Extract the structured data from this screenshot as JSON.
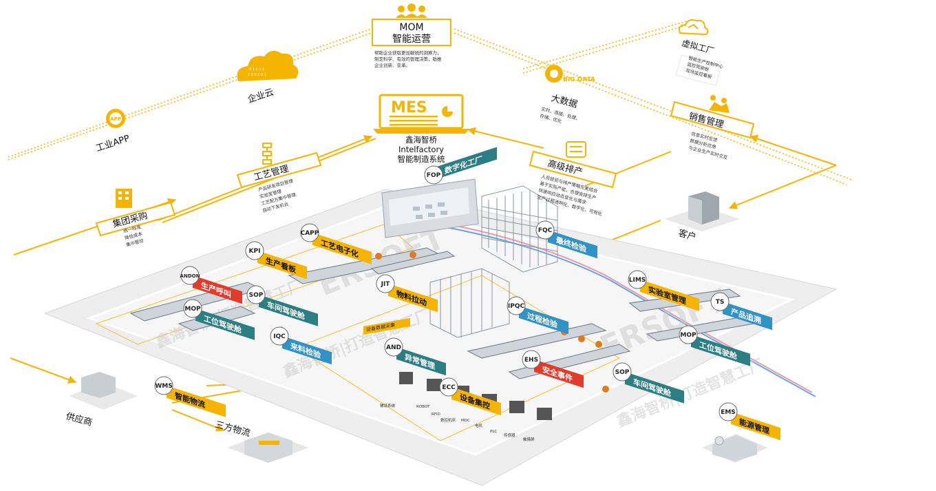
{
  "colors": {
    "yellow": "#f5b400",
    "red": "#e03b2b",
    "teal": "#2b7f84",
    "blue": "#2f93c8",
    "floor": "#eeeeee",
    "pink_line": "#e89ab0",
    "blue_line": "#6aa6d8",
    "watermark": "#c9c9c9"
  },
  "top": {
    "mom_title": "MOM",
    "mom_subtitle": "智能运营",
    "mom_desc": [
      "帮助企业获取更加敏锐的洞察力，",
      "制定科学、有效的管理决策，助推",
      "企业创新、变革。"
    ],
    "mes_title": "MES",
    "mes_lines": [
      "鑫海智桥",
      "Intelfactory",
      "智能制造系统"
    ],
    "cloud_label": "企业云",
    "app_label": "工业APP",
    "app_icon_text": "APP",
    "bigdata_icon_text": "BIG DATA",
    "bigdata_label": "大数据",
    "bigdata_desc": [
      "实时、连接、处理、",
      "存储、优化"
    ],
    "virtual_label": "虚拟工厂",
    "virtual_items": [
      "智能生产控制中心",
      "监控驾驶舱",
      "现场监控看板"
    ],
    "sales_label": "销售管理",
    "sales_items": [
      "信息实时反馈",
      "数据分析应用",
      "与企业生产实时交互"
    ],
    "aps_label": "高级排产",
    "aps_items": [
      "人员经验与排产策略完美结合",
      "基于实际产能，合理安排生产",
      "快速响应动态变化与需求",
      "生产过程透明化、数字化、可视化"
    ],
    "craft_label": "工艺管理",
    "craft_items": [
      "产品研发项目管理",
      "实验室管理",
      "工艺配方集中管理",
      "自动下发机台"
    ],
    "purchase_label": "集团采购",
    "purchase_items": [
      "统一标准",
      "降低成本",
      "集中管控"
    ],
    "customer_label": "客户",
    "supplier_label": "供应商",
    "third_party_label": "三方物流"
  },
  "tags": [
    {
      "code": "FOP",
      "label": "数字化工厂",
      "color": "teal"
    },
    {
      "code": "FQC",
      "label": "最终检验",
      "color": "blue"
    },
    {
      "code": "CAPP",
      "label": "工艺电子化",
      "color": "yellow"
    },
    {
      "code": "KPI",
      "label": "生产看板",
      "color": "yellow"
    },
    {
      "code": "ANDON",
      "label": "生产呼叫",
      "color": "red"
    },
    {
      "code": "SOP",
      "label": "车间驾驶舱",
      "color": "teal"
    },
    {
      "code": "MOP",
      "label": "工位驾驶舱",
      "color": "teal"
    },
    {
      "code": "JIT",
      "label": "物料拉动",
      "color": "yellow"
    },
    {
      "code": "LIMS",
      "label": "实验室管理",
      "color": "yellow"
    },
    {
      "code": "TS",
      "label": "产品追溯",
      "color": "blue"
    },
    {
      "code": "IPQC",
      "label": "过程检验",
      "color": "blue"
    },
    {
      "code": "MOP",
      "label": "工位驾驶舱",
      "color": "teal"
    },
    {
      "code": "IQC",
      "label": "来料检验",
      "color": "blue"
    },
    {
      "code": "AND",
      "label": "异常管理",
      "color": "teal"
    },
    {
      "code": "EHS",
      "label": "安全事件",
      "color": "red"
    },
    {
      "code": "SOP",
      "label": "车间驾驶舱",
      "color": "teal"
    },
    {
      "code": "ECC",
      "label": "设备集控",
      "color": "yellow"
    },
    {
      "code": "WMS",
      "label": "智能物流",
      "color": "yellow"
    },
    {
      "code": "EMS",
      "label": "能源管理",
      "color": "yellow"
    }
  ],
  "device_labels": [
    "辅设系统",
    "ROBOT",
    "RFID",
    "数控机床",
    "MDC",
    "电机",
    "PLC",
    "传感器",
    "触摸屏"
  ],
  "ecc_panel_label": "设备数据采集",
  "watermarks": [
    "鑫海智桥|打造智慧工厂",
    "鑫海智桥|打造智慧工厂",
    "ERSOFT",
    "鑫海智桥|打造智慧工厂",
    "ERSOFT"
  ]
}
